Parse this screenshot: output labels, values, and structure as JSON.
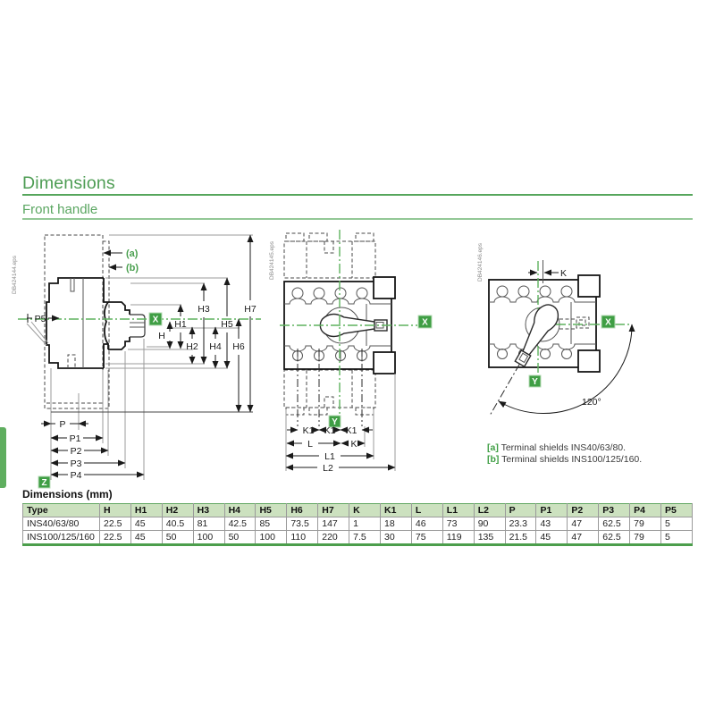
{
  "page": {
    "title": "Dimensions",
    "subtitle": "Front handle"
  },
  "table": {
    "title": "Dimensions (mm)",
    "headers": [
      "Type",
      "H",
      "H1",
      "H2",
      "H3",
      "H4",
      "H5",
      "H6",
      "H7",
      "K",
      "K1",
      "L",
      "L1",
      "L2",
      "P",
      "P1",
      "P2",
      "P3",
      "P4",
      "P5"
    ],
    "rows": [
      [
        "INS40/63/80",
        "22.5",
        "45",
        "40.5",
        "81",
        "42.5",
        "85",
        "73.5",
        "147",
        "1",
        "18",
        "46",
        "73",
        "90",
        "23.3",
        "43",
        "47",
        "62.5",
        "79",
        "5"
      ],
      [
        "INS100/125/160",
        "22.5",
        "45",
        "50",
        "100",
        "50",
        "100",
        "110",
        "220",
        "7.5",
        "30",
        "75",
        "119",
        "135",
        "21.5",
        "45",
        "47",
        "62.5",
        "79",
        "5"
      ]
    ]
  },
  "notes": [
    {
      "tag": "[a]",
      "text": "Terminal shields INS40/63/80."
    },
    {
      "tag": "[b]",
      "text": "Terminal shields INS100/125/160."
    }
  ],
  "drawings": {
    "side_view": {
      "eps": "DB424144.eps",
      "callout_a": "(a)",
      "callout_b": "(b)",
      "dims": {
        "p5": "P5",
        "h": "H",
        "h1": "H1",
        "h2": "H2",
        "h3": "H3",
        "h4": "H4",
        "h5": "H5",
        "h6": "H6",
        "h7": "H7",
        "p": "P",
        "p1": "P1",
        "p2": "P2",
        "p3": "P3",
        "p4": "P4"
      },
      "markers": {
        "x": "X",
        "z": "Z"
      }
    },
    "front_view": {
      "eps": "DB424145.eps",
      "dims": {
        "k1": "K1",
        "l": "L",
        "k": "K",
        "l1": "L1",
        "l2": "L2"
      },
      "markers": {
        "x": "X",
        "y": "Y"
      }
    },
    "handle_rotated_view": {
      "eps": "DB424146.eps",
      "dims": {
        "k": "K",
        "angle": "120°"
      },
      "markers": {
        "x": "X",
        "y": "Y"
      }
    }
  },
  "colors": {
    "heading_green": "#4e9d54",
    "rule_green": "#56a65c",
    "marker_box_green": "#3f9e44",
    "centerline_green": "#5eb25e",
    "table_header_bg": "#cce1bf",
    "table_bottom_border": "#4c9e4c"
  }
}
